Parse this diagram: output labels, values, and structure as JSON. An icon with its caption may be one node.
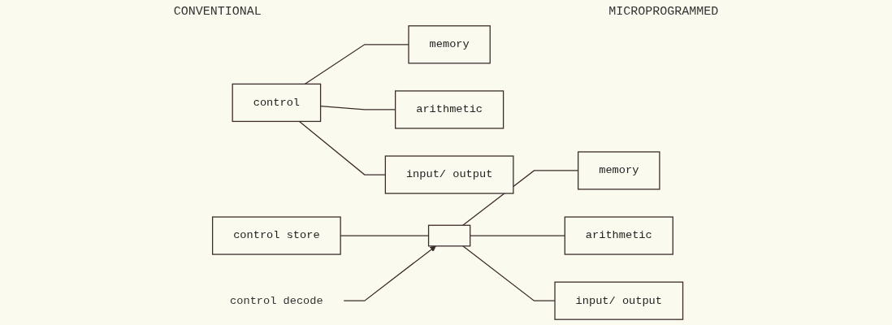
{
  "diagram": {
    "nodes": [
      {
        "text": [
          "control"
        ]
      },
      {
        "text": [
          "memory"
        ]
      },
      {
        "text": [
          "arithmetic"
        ]
      },
      {
        "text": [
          "input/ output"
        ]
      },
      {
        "text": [
          "control store"
        ]
      },
      {
        "text": [],
        "shape": "box"
      },
      {
        "text": [
          "memory"
        ]
      },
      {
        "text": [
          "arithmetic"
        ]
      },
      {
        "text": [
          "input/ output"
        ]
      },
      {
        "text": [
          "control decode"
        ]
      }
    ],
    "edges": [
      {
        "from": 0,
        "to": 1,
        "arrow": "none"
      },
      {
        "from": 0,
        "to": 2,
        "arrow": "none"
      },
      {
        "from": 0,
        "to": 3,
        "arrow": "none"
      },
      {
        "from": 4,
        "to": 5,
        "arrow": "none"
      },
      {
        "from": 5,
        "to": 6,
        "arrow": "none"
      },
      {
        "from": 5,
        "to": 7,
        "arrow": "none"
      },
      {
        "from": 5,
        "to": 8,
        "arrow": "none"
      },
      {
        "from": 9,
        "to": 5,
        "arrow": "to"
      }
    ],
    "labels": [
      "CONVENTIONAL",
      "MICROPROGRAMMED"
    ]
  }
}
